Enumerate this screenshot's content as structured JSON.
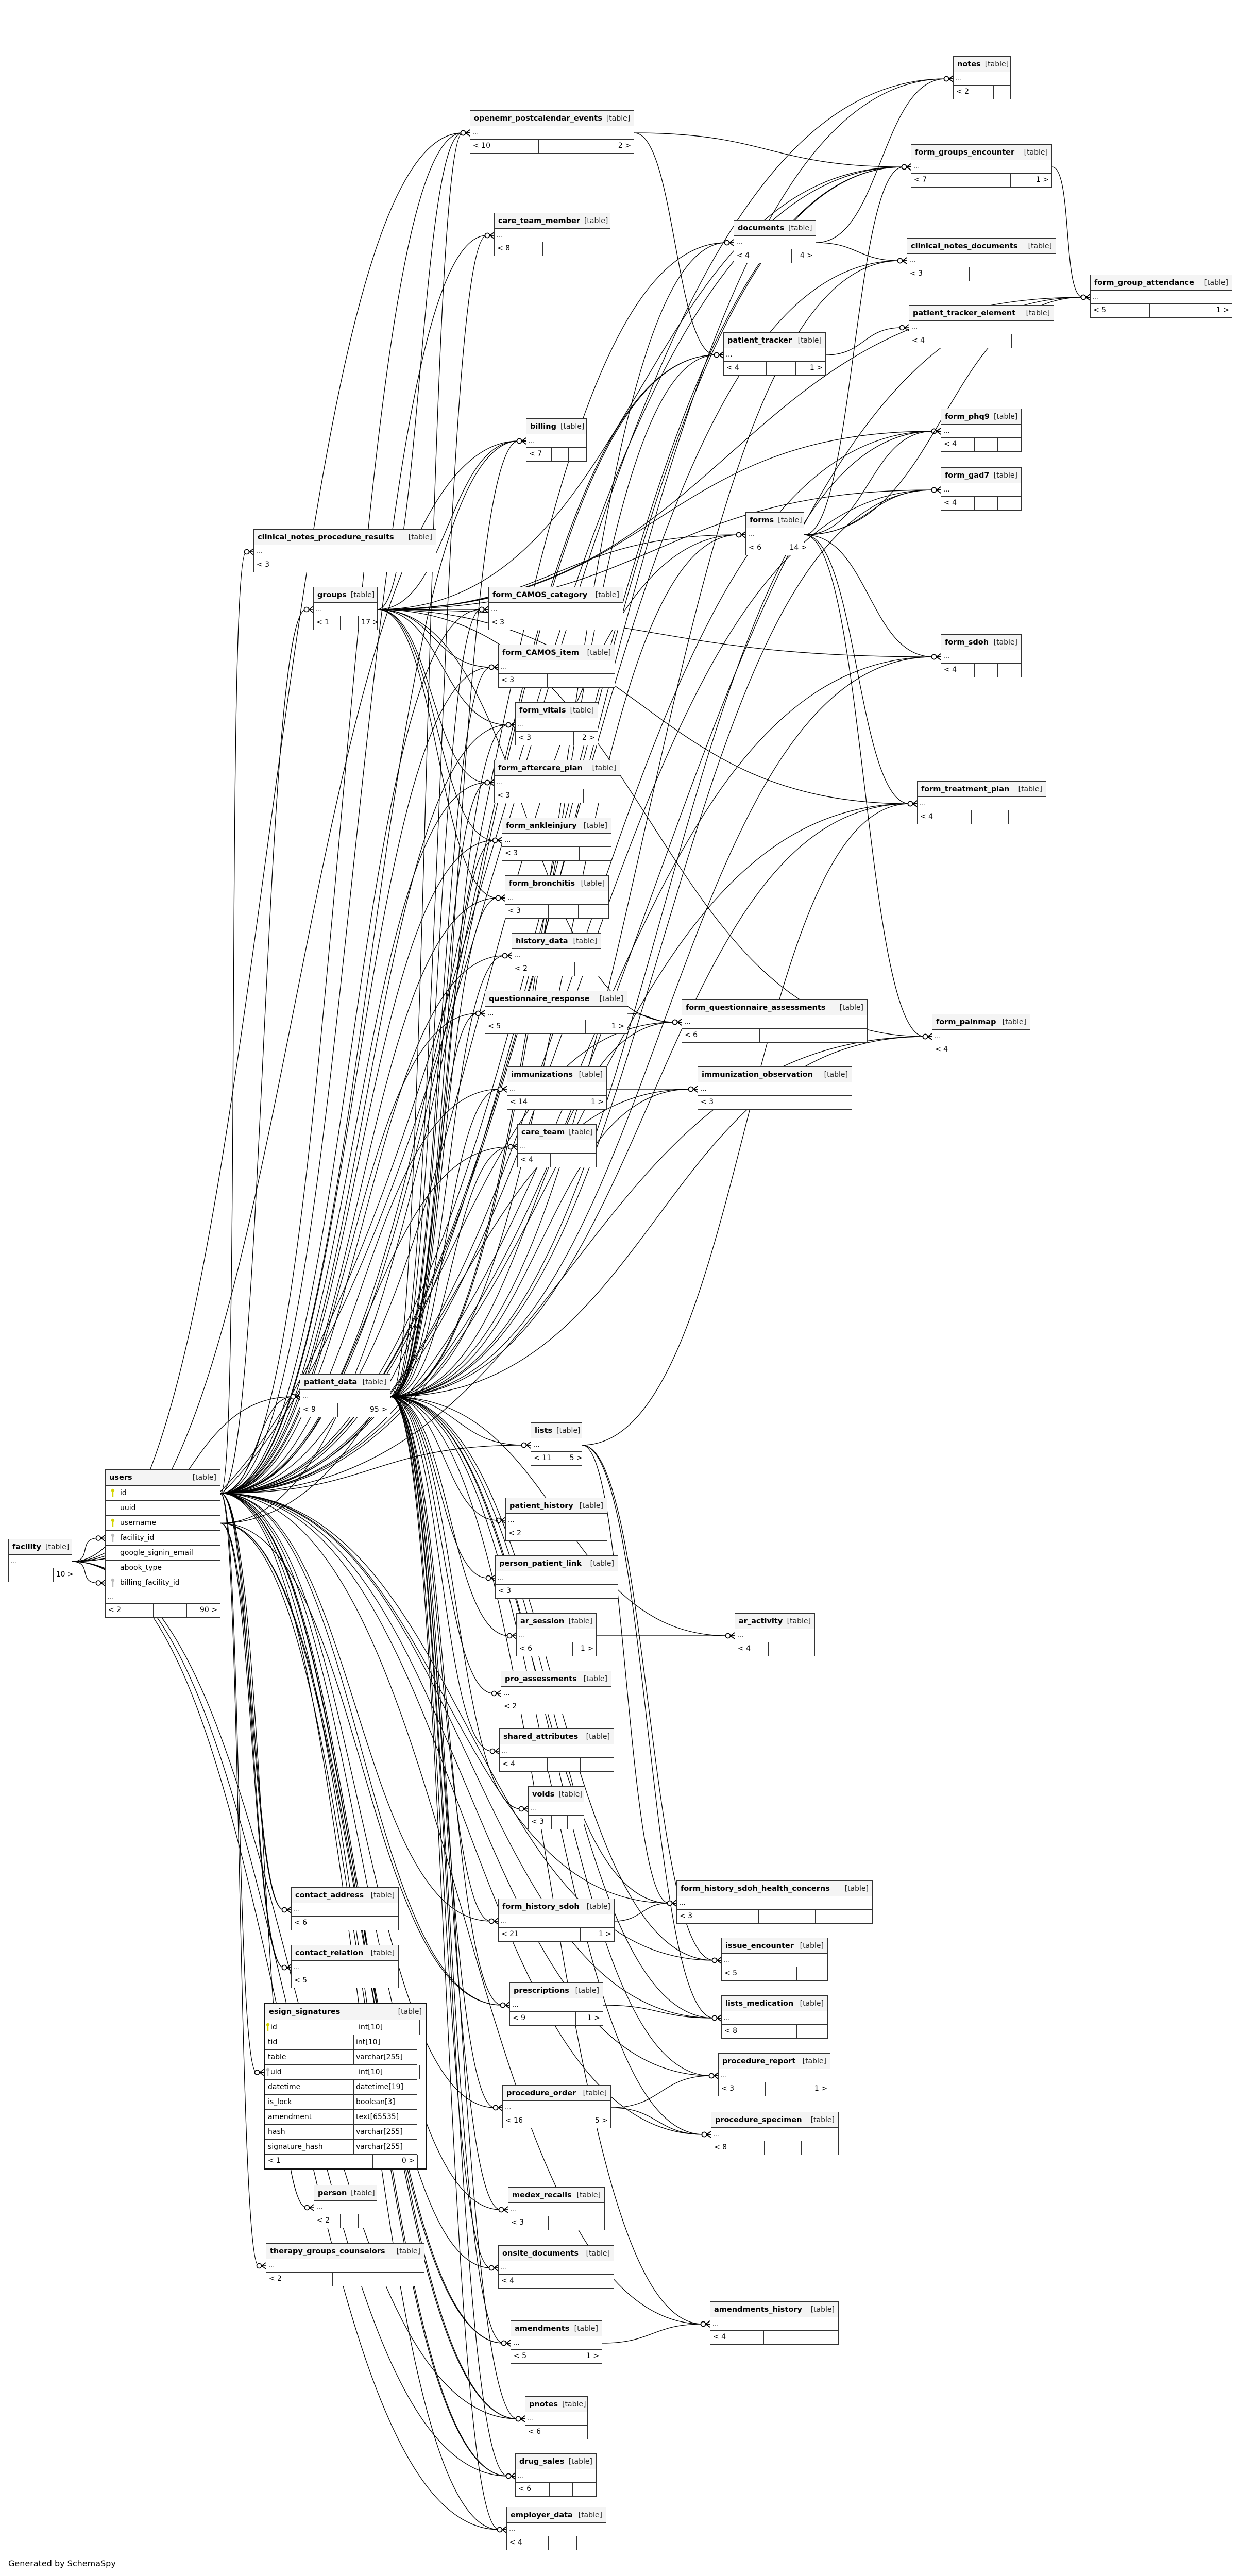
{
  "footer": "Generated by SchemaSpy",
  "table_label": "[table]",
  "ellipsis": "...",
  "colors": {
    "pk_key": "#d4d400",
    "fk_key": "#bbbbbb",
    "header_bg": "#f4f4f4",
    "border": "#333333"
  },
  "tables": [
    {
      "name": "facility",
      "footer": [
        "",
        "",
        "10 >"
      ]
    },
    {
      "name": "users",
      "footer": [
        "< 2",
        "",
        "90 >"
      ],
      "columns": [
        {
          "name": "id",
          "key": "pk"
        },
        {
          "name": "uuid",
          "key": ""
        },
        {
          "name": "username",
          "key": "pk"
        },
        {
          "name": "facility_id",
          "key": "fk"
        },
        {
          "name": "google_signin_email",
          "key": ""
        },
        {
          "name": "abook_type",
          "key": ""
        },
        {
          "name": "billing_facility_id",
          "key": "fk"
        }
      ]
    },
    {
      "name": "esign_signatures",
      "footer": [
        "< 1",
        "",
        "0 >"
      ],
      "columns": [
        {
          "name": "id",
          "key": "pk",
          "type": "int[10]"
        },
        {
          "name": "tid",
          "key": "",
          "type": "int[10]"
        },
        {
          "name": "table",
          "key": "",
          "type": "varchar[255]"
        },
        {
          "name": "uid",
          "key": "fk",
          "type": "int[10]"
        },
        {
          "name": "datetime",
          "key": "",
          "type": "datetime[19]"
        },
        {
          "name": "is_lock",
          "key": "",
          "type": "boolean[3]"
        },
        {
          "name": "amendment",
          "key": "",
          "type": "text[65535]"
        },
        {
          "name": "hash",
          "key": "",
          "type": "varchar[255]"
        },
        {
          "name": "signature_hash",
          "key": "",
          "type": "varchar[255]"
        }
      ]
    },
    {
      "name": "openemr_postcalendar_events",
      "footer": [
        "< 10",
        "",
        "2 >"
      ]
    },
    {
      "name": "care_team_member",
      "footer": [
        "< 8",
        "",
        ""
      ]
    },
    {
      "name": "notes",
      "footer": [
        "< 2",
        "",
        ""
      ]
    },
    {
      "name": "form_groups_encounter",
      "footer": [
        "< 7",
        "",
        "1 >"
      ]
    },
    {
      "name": "documents",
      "footer": [
        "< 4",
        "",
        "4 >"
      ]
    },
    {
      "name": "clinical_notes_documents",
      "footer": [
        "< 3",
        "",
        ""
      ]
    },
    {
      "name": "form_group_attendance",
      "footer": [
        "< 5",
        "",
        "1 >"
      ]
    },
    {
      "name": "patient_tracker_element",
      "footer": [
        "< 4",
        "",
        ""
      ]
    },
    {
      "name": "patient_tracker",
      "footer": [
        "< 4",
        "",
        "1 >"
      ]
    },
    {
      "name": "form_phq9",
      "footer": [
        "< 4",
        "",
        ""
      ]
    },
    {
      "name": "form_gad7",
      "footer": [
        "< 4",
        "",
        ""
      ]
    },
    {
      "name": "forms",
      "footer": [
        "< 6",
        "",
        "14 >"
      ]
    },
    {
      "name": "form_sdoh",
      "footer": [
        "< 4",
        "",
        ""
      ]
    },
    {
      "name": "billing",
      "footer": [
        "< 7",
        "",
        ""
      ]
    },
    {
      "name": "clinical_notes_procedure_results",
      "footer": [
        "< 3",
        "",
        ""
      ]
    },
    {
      "name": "groups",
      "footer": [
        "< 1",
        "",
        "17 >"
      ]
    },
    {
      "name": "form_CAMOS_category",
      "footer": [
        "< 3",
        "",
        ""
      ]
    },
    {
      "name": "form_CAMOS_item",
      "footer": [
        "< 3",
        "",
        ""
      ]
    },
    {
      "name": "form_vitals",
      "footer": [
        "< 3",
        "",
        "2 >"
      ]
    },
    {
      "name": "form_aftercare_plan",
      "footer": [
        "< 3",
        "",
        ""
      ]
    },
    {
      "name": "form_ankleinjury",
      "footer": [
        "< 3",
        "",
        ""
      ]
    },
    {
      "name": "form_bronchitis",
      "footer": [
        "< 3",
        "",
        ""
      ]
    },
    {
      "name": "history_data",
      "footer": [
        "< 2",
        "",
        ""
      ]
    },
    {
      "name": "questionnaire_response",
      "footer": [
        "< 5",
        "",
        "1 >"
      ]
    },
    {
      "name": "form_questionnaire_assessments",
      "footer": [
        "< 6",
        "",
        ""
      ]
    },
    {
      "name": "immunizations",
      "footer": [
        "< 14",
        "",
        "1 >"
      ]
    },
    {
      "name": "immunization_observation",
      "footer": [
        "< 3",
        "",
        ""
      ]
    },
    {
      "name": "care_team",
      "footer": [
        "< 4",
        "",
        ""
      ]
    },
    {
      "name": "form_treatment_plan",
      "footer": [
        "< 4",
        "",
        ""
      ]
    },
    {
      "name": "form_painmap",
      "footer": [
        "< 4",
        "",
        ""
      ]
    },
    {
      "name": "patient_data",
      "footer": [
        "< 9",
        "",
        "95 >"
      ]
    },
    {
      "name": "lists",
      "footer": [
        "< 11",
        "",
        "5 >"
      ]
    },
    {
      "name": "patient_history",
      "footer": [
        "< 2",
        "",
        ""
      ]
    },
    {
      "name": "person_patient_link",
      "footer": [
        "< 3",
        "",
        ""
      ]
    },
    {
      "name": "ar_session",
      "footer": [
        "< 6",
        "",
        "1 >"
      ]
    },
    {
      "name": "ar_activity",
      "footer": [
        "< 4",
        "",
        ""
      ]
    },
    {
      "name": "pro_assessments",
      "footer": [
        "< 2",
        "",
        ""
      ]
    },
    {
      "name": "shared_attributes",
      "footer": [
        "< 4",
        "",
        ""
      ]
    },
    {
      "name": "voids",
      "footer": [
        "< 3",
        "",
        ""
      ]
    },
    {
      "name": "form_history_sdoh",
      "footer": [
        "< 21",
        "",
        "1 >"
      ]
    },
    {
      "name": "form_history_sdoh_health_concerns",
      "footer": [
        "< 3",
        "",
        ""
      ]
    },
    {
      "name": "issue_encounter",
      "footer": [
        "< 5",
        "",
        ""
      ]
    },
    {
      "name": "prescriptions",
      "footer": [
        "< 9",
        "",
        "1 >"
      ]
    },
    {
      "name": "lists_medication",
      "footer": [
        "< 8",
        "",
        ""
      ]
    },
    {
      "name": "procedure_report",
      "footer": [
        "< 3",
        "",
        "1 >"
      ]
    },
    {
      "name": "procedure_order",
      "footer": [
        "< 16",
        "",
        "5 >"
      ]
    },
    {
      "name": "procedure_specimen",
      "footer": [
        "< 8",
        "",
        ""
      ]
    },
    {
      "name": "contact_address",
      "footer": [
        "< 6",
        "",
        ""
      ]
    },
    {
      "name": "contact_relation",
      "footer": [
        "< 5",
        "",
        ""
      ]
    },
    {
      "name": "person",
      "footer": [
        "< 2",
        "",
        ""
      ]
    },
    {
      "name": "therapy_groups_counselors",
      "footer": [
        "< 2",
        "",
        ""
      ]
    },
    {
      "name": "medex_recalls",
      "footer": [
        "< 3",
        "",
        ""
      ]
    },
    {
      "name": "onsite_documents",
      "footer": [
        "< 4",
        "",
        ""
      ]
    },
    {
      "name": "amendments_history",
      "footer": [
        "< 4",
        "",
        ""
      ]
    },
    {
      "name": "amendments",
      "footer": [
        "< 5",
        "",
        "1 >"
      ]
    },
    {
      "name": "pnotes",
      "footer": [
        "< 6",
        "",
        ""
      ]
    },
    {
      "name": "drug_sales",
      "footer": [
        "< 6",
        "",
        ""
      ]
    },
    {
      "name": "employer_data",
      "footer": [
        "< 4",
        "",
        ""
      ]
    }
  ],
  "relationships": [
    [
      "facility",
      "users",
      "",
      "facility_id"
    ],
    [
      "facility",
      "users",
      "",
      "billing_facility_id"
    ],
    [
      "facility",
      "patient_data"
    ],
    [
      "facility",
      "form_groups_encounter"
    ],
    [
      "facility",
      "billing"
    ],
    [
      "facility",
      "openemr_postcalendar_events"
    ],
    [
      "facility",
      "drug_sales"
    ],
    [
      "facility",
      "employer_data"
    ],
    [
      "facility",
      "pnotes"
    ],
    [
      "facility",
      "notes"
    ],
    [
      "users",
      "notes",
      "id"
    ],
    [
      "users",
      "openemr_postcalendar_events",
      "id"
    ],
    [
      "users",
      "care_team_member",
      "id"
    ],
    [
      "users",
      "form_groups_encounter",
      "id"
    ],
    [
      "users",
      "documents",
      "id"
    ],
    [
      "users",
      "clinical_notes_documents",
      "id"
    ],
    [
      "users",
      "form_group_attendance",
      "id"
    ],
    [
      "users",
      "patient_tracker",
      "id"
    ],
    [
      "users",
      "billing",
      "id"
    ],
    [
      "users",
      "clinical_notes_procedure_results",
      "id"
    ],
    [
      "users",
      "groups",
      "id"
    ],
    [
      "users",
      "form_CAMOS_category",
      "id"
    ],
    [
      "users",
      "form_CAMOS_item",
      "id"
    ],
    [
      "users",
      "form_vitals",
      "id"
    ],
    [
      "users",
      "form_aftercare_plan",
      "id"
    ],
    [
      "users",
      "form_ankleinjury",
      "id"
    ],
    [
      "users",
      "form_bronchitis",
      "id"
    ],
    [
      "users",
      "history_data",
      "id"
    ],
    [
      "users",
      "questionnaire_response",
      "id"
    ],
    [
      "users",
      "immunizations",
      "id"
    ],
    [
      "users",
      "care_team",
      "id"
    ],
    [
      "users",
      "patient_data",
      "id"
    ],
    [
      "users",
      "form_phq9",
      "id"
    ],
    [
      "users",
      "form_gad7",
      "id"
    ],
    [
      "users",
      "forms",
      "id"
    ],
    [
      "users",
      "form_sdoh",
      "id"
    ],
    [
      "users",
      "form_treatment_plan",
      "id"
    ],
    [
      "users",
      "form_painmap",
      "id"
    ],
    [
      "users",
      "form_questionnaire_assessments",
      "id"
    ],
    [
      "users",
      "immunization_observation",
      "id"
    ],
    [
      "users",
      "lists",
      "id"
    ],
    [
      "users",
      "contact_address",
      "id"
    ],
    [
      "users",
      "contact_relation",
      "id"
    ],
    [
      "users",
      "esign_signatures",
      "id",
      "uid"
    ],
    [
      "users",
      "person",
      "id"
    ],
    [
      "users",
      "therapy_groups_counselors",
      "id"
    ],
    [
      "users",
      "form_history_sdoh",
      "id"
    ],
    [
      "users",
      "prescriptions",
      "id"
    ],
    [
      "users",
      "procedure_order",
      "id"
    ],
    [
      "users",
      "medex_recalls",
      "id"
    ],
    [
      "users",
      "onsite_documents",
      "id"
    ],
    [
      "users",
      "amendments",
      "id"
    ],
    [
      "users",
      "pnotes",
      "id"
    ],
    [
      "users",
      "drug_sales",
      "id"
    ],
    [
      "users",
      "employer_data",
      "id"
    ],
    [
      "users",
      "issue_encounter",
      "id"
    ],
    [
      "users",
      "lists_medication",
      "id"
    ],
    [
      "users",
      "procedure_specimen",
      "id"
    ],
    [
      "users",
      "procedure_report",
      "id"
    ],
    [
      "users",
      "amendments_history",
      "id"
    ],
    [
      "users",
      "form_history_sdoh_health_concerns",
      "id"
    ],
    [
      "users",
      "pnotes",
      "username"
    ],
    [
      "users",
      "patient_tracker",
      "username"
    ],
    [
      "users",
      "form_groups_encounter",
      "username"
    ],
    [
      "users",
      "prescriptions",
      "username"
    ],
    [
      "users",
      "drug_sales",
      "username"
    ],
    [
      "users",
      "amendments",
      "username"
    ],
    [
      "users",
      "contact_address",
      "username"
    ],
    [
      "users",
      "contact_relation",
      "username"
    ],
    [
      "patient_data",
      "lists"
    ],
    [
      "patient_data",
      "patient_history"
    ],
    [
      "patient_data",
      "person_patient_link"
    ],
    [
      "patient_data",
      "ar_session"
    ],
    [
      "patient_data",
      "pro_assessments"
    ],
    [
      "patient_data",
      "shared_attributes"
    ],
    [
      "patient_data",
      "voids"
    ],
    [
      "patient_data",
      "immunizations"
    ],
    [
      "patient_data",
      "billing"
    ],
    [
      "patient_data",
      "documents"
    ],
    [
      "patient_data",
      "forms"
    ],
    [
      "patient_data",
      "pnotes"
    ],
    [
      "patient_data",
      "amendments"
    ],
    [
      "patient_data",
      "procedure_order"
    ],
    [
      "patient_data",
      "prescriptions"
    ],
    [
      "patient_data",
      "issue_encounter"
    ],
    [
      "patient_data",
      "form_history_sdoh"
    ],
    [
      "patient_data",
      "onsite_documents"
    ],
    [
      "patient_data",
      "medex_recalls"
    ],
    [
      "patient_data",
      "employer_data"
    ],
    [
      "patient_data",
      "patient_tracker"
    ],
    [
      "patient_data",
      "care_team"
    ],
    [
      "patient_data",
      "care_team_member"
    ],
    [
      "patient_data",
      "questionnaire_response"
    ],
    [
      "patient_data",
      "form_questionnaire_assessments"
    ],
    [
      "patient_data",
      "history_data"
    ],
    [
      "patient_data",
      "form_vitals"
    ],
    [
      "patient_data",
      "form_CAMOS_category"
    ],
    [
      "patient_data",
      "form_CAMOS_item"
    ],
    [
      "patient_data",
      "form_aftercare_plan"
    ],
    [
      "patient_data",
      "form_ankleinjury"
    ],
    [
      "patient_data",
      "form_bronchitis"
    ],
    [
      "patient_data",
      "form_phq9"
    ],
    [
      "patient_data",
      "form_gad7"
    ],
    [
      "patient_data",
      "form_sdoh"
    ],
    [
      "patient_data",
      "form_treatment_plan"
    ],
    [
      "patient_data",
      "form_painmap"
    ],
    [
      "patient_data",
      "immunization_observation"
    ],
    [
      "patient_data",
      "lists_medication"
    ],
    [
      "patient_data",
      "procedure_specimen"
    ],
    [
      "patient_data",
      "procedure_report"
    ],
    [
      "patient_data",
      "drug_sales"
    ],
    [
      "patient_data",
      "clinical_notes_documents"
    ],
    [
      "patient_data",
      "openemr_postcalendar_events"
    ],
    [
      "patient_data",
      "ar_activity"
    ],
    [
      "patient_data",
      "form_history_sdoh_health_concerns"
    ],
    [
      "patient_data",
      "amendments_history"
    ],
    [
      "groups",
      "form_CAMOS_category"
    ],
    [
      "groups",
      "form_CAMOS_item"
    ],
    [
      "groups",
      "form_vitals"
    ],
    [
      "groups",
      "form_aftercare_plan"
    ],
    [
      "groups",
      "form_ankleinjury"
    ],
    [
      "groups",
      "form_bronchitis"
    ],
    [
      "groups",
      "form_treatment_plan"
    ],
    [
      "groups",
      "form_painmap"
    ],
    [
      "groups",
      "form_sdoh"
    ],
    [
      "groups",
      "form_phq9"
    ],
    [
      "groups",
      "form_gad7"
    ],
    [
      "groups",
      "forms"
    ],
    [
      "groups",
      "billing"
    ],
    [
      "groups",
      "form_groups_encounter"
    ],
    [
      "groups",
      "form_group_attendance"
    ],
    [
      "groups",
      "openemr_postcalendar_events"
    ],
    [
      "groups",
      "form_questionnaire_assessments"
    ],
    [
      "forms",
      "form_phq9"
    ],
    [
      "forms",
      "form_gad7"
    ],
    [
      "forms",
      "form_sdoh"
    ],
    [
      "forms",
      "form_treatment_plan"
    ],
    [
      "forms",
      "form_painmap"
    ],
    [
      "forms",
      "form_group_attendance"
    ],
    [
      "forms",
      "form_groups_encounter"
    ],
    [
      "documents",
      "notes"
    ],
    [
      "documents",
      "clinical_notes_documents"
    ],
    [
      "openemr_postcalendar_events",
      "form_groups_encounter"
    ],
    [
      "openemr_postcalendar_events",
      "patient_tracker"
    ],
    [
      "form_groups_encounter",
      "form_group_attendance"
    ],
    [
      "patient_tracker",
      "patient_tracker_element"
    ],
    [
      "questionnaire_response",
      "form_questionnaire_assessments"
    ],
    [
      "immunizations",
      "immunization_observation"
    ],
    [
      "ar_session",
      "ar_activity"
    ],
    [
      "form_history_sdoh",
      "form_history_sdoh_health_concerns"
    ],
    [
      "prescriptions",
      "lists_medication"
    ],
    [
      "lists",
      "issue_encounter"
    ],
    [
      "lists",
      "lists_medication"
    ],
    [
      "lists",
      "form_history_sdoh_health_concerns"
    ],
    [
      "lists",
      "form_treatment_plan"
    ],
    [
      "procedure_order",
      "procedure_report"
    ],
    [
      "procedure_order",
      "procedure_specimen"
    ],
    [
      "amendments",
      "amendments_history"
    ]
  ]
}
